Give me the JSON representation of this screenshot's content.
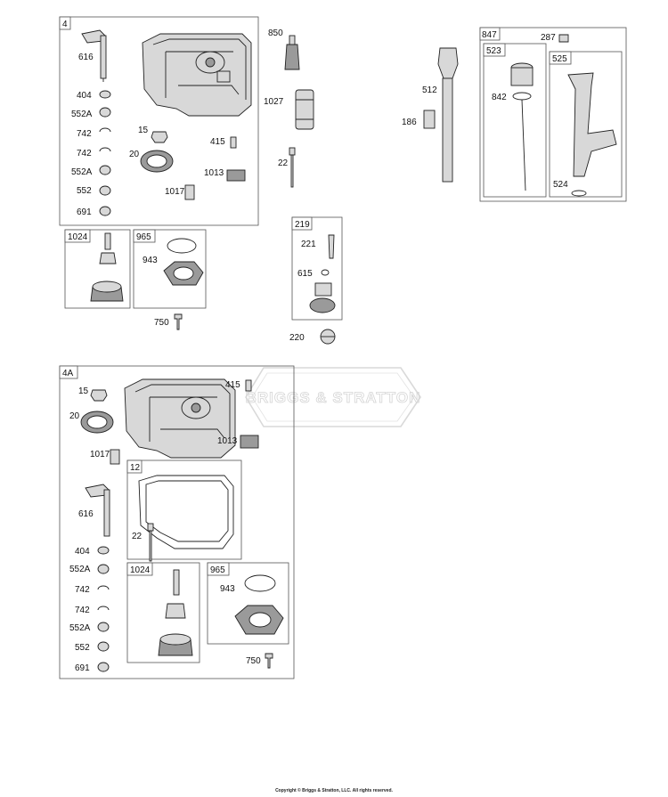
{
  "watermark": "BRIGGS & STRATTON",
  "copyright": "Copyright © Briggs & Stratton, LLC. All rights reserved.",
  "groups": {
    "g4": "4",
    "g1024a": "1024",
    "g965a": "965",
    "g219": "219",
    "g847": "847",
    "g523": "523",
    "g525": "525",
    "g4A": "4A",
    "g12": "12",
    "g1024b": "1024",
    "g965b": "965"
  },
  "labels": {
    "p616a": "616",
    "p404a": "404",
    "p552Aa": "552A",
    "p742a": "742",
    "p742b": "742",
    "p552Ab": "552A",
    "p552a": "552",
    "p691a": "691",
    "p15a": "15",
    "p20a": "20",
    "p415a": "415",
    "p1013a": "1013",
    "p1017a": "1017",
    "p943a": "943",
    "p750a": "750",
    "p850": "850",
    "p1027": "1027",
    "p22a": "22",
    "p221": "221",
    "p615": "615",
    "p220": "220",
    "p512": "512",
    "p186": "186",
    "p287": "287",
    "p842": "842",
    "p524": "524",
    "p15b": "15",
    "p20b": "20",
    "p415b": "415",
    "p1013b": "1013",
    "p1017b": "1017",
    "p616b": "616",
    "p22b": "22",
    "p404b": "404",
    "p552Ac": "552A",
    "p742c": "742",
    "p742d": "742",
    "p552Ad": "552A",
    "p552b": "552",
    "p691b": "691",
    "p943b": "943",
    "p750b": "750"
  }
}
